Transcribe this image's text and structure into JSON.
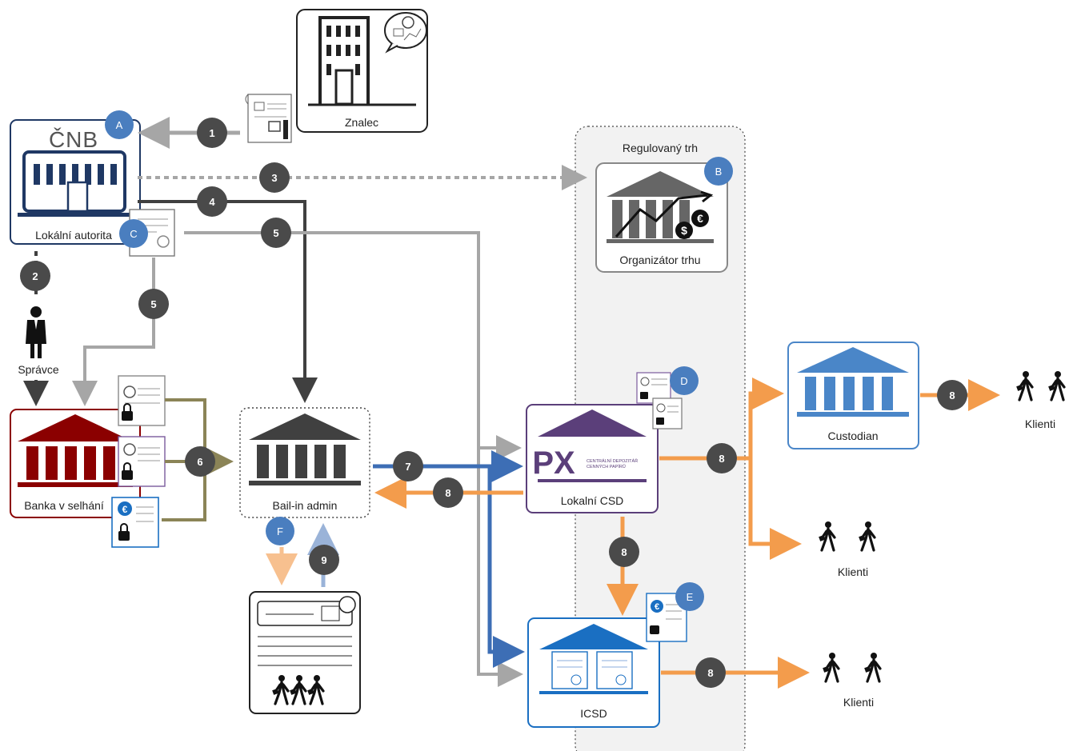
{
  "nodes": {
    "cnb": {
      "logo": "ČNB",
      "label": "Lokální autorita"
    },
    "znalec": {
      "label": "Znalec"
    },
    "market": {
      "title": "Regulovaný trh"
    },
    "organizer": {
      "label": "Organizátor trhu"
    },
    "spravce": {
      "label": "Správce"
    },
    "bank": {
      "label": "Banka v selhání"
    },
    "bailin": {
      "label": "Bail-in admin"
    },
    "lcsd": {
      "logo": "PX",
      "logo_text_1": "CENTRÁLNÍ DEPOZITÁŘ",
      "logo_text_2": "CENNÝCH PAPÍRŮ",
      "label": "Lokalní CSD"
    },
    "icsd": {
      "label": "ICSD"
    },
    "custodian": {
      "label": "Custodian"
    },
    "klienti": {
      "label": "Klienti"
    }
  },
  "badges": {
    "A": "A",
    "B": "B",
    "C": "C",
    "D": "D",
    "E": "E",
    "F": "F"
  },
  "steps": {
    "s1": "1",
    "s2": "2",
    "s3": "3",
    "s4": "4",
    "s5": "5",
    "s6": "6",
    "s7": "7",
    "s8": "8",
    "s9": "9"
  },
  "icons": {
    "currency_euro": "€",
    "currency_dollar": "$"
  },
  "colors": {
    "cnb_blue": "#1f3864",
    "bank_red": "#8b0000",
    "gray_arrow": "#a6a6a6",
    "dark_arrow": "#404040",
    "olive_arrow": "#8b8457",
    "blue_arrow": "#3d6eb5",
    "orange_arrow": "#f39c4c",
    "badge_blue": "#4a7ebf",
    "badge_dark": "#4a4a4a",
    "csd_purple": "#5b3f7a",
    "icsd_blue": "#1a6fc2",
    "custodian_blue": "#4a86c8"
  }
}
